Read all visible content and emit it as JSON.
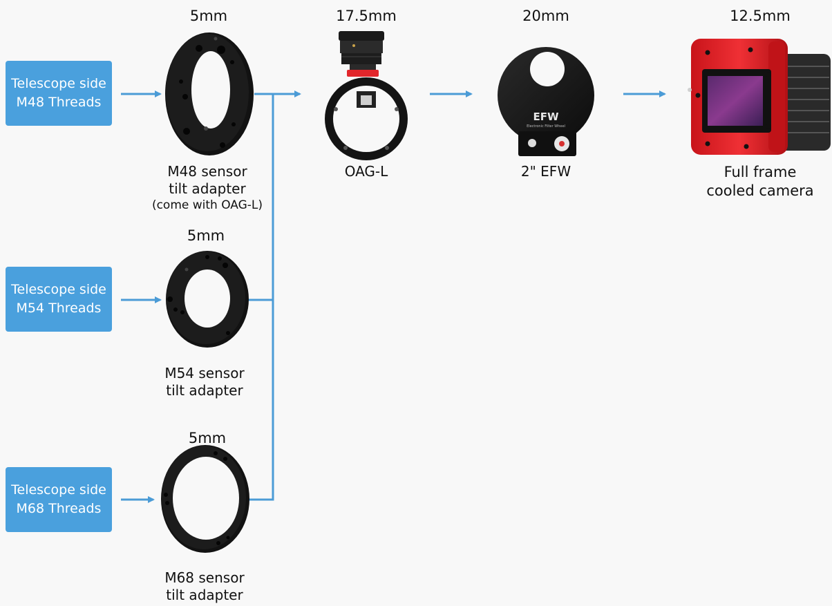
{
  "telescope_boxes": [
    {
      "line1": "Telescope side",
      "line2": "M48 Threads"
    },
    {
      "line1": "Telescope side",
      "line2": "M54 Threads"
    },
    {
      "line1": "Telescope side",
      "line2": "M68 Threads"
    }
  ],
  "adapters": [
    {
      "thickness": "5mm",
      "line1": "M48 sensor",
      "line2": "tilt adapter",
      "note": "(come with OAG-L)"
    },
    {
      "thickness": "5mm",
      "line1": "M54 sensor",
      "line2": "tilt adapter"
    },
    {
      "thickness": "5mm",
      "line1": "M68 sensor",
      "line2": "tilt adapter"
    }
  ],
  "chain": [
    {
      "thickness": "17.5mm",
      "label": "OAG-L"
    },
    {
      "thickness": "20mm",
      "label": "2\" EFW",
      "device_text": "EFW",
      "device_subtext": "Electronic Filter Wheel"
    },
    {
      "thickness": "12.5mm",
      "line1": "Full frame",
      "line2": "cooled camera"
    }
  ],
  "colors": {
    "arrow": "#4b9bd6",
    "box": "#4aa0dd",
    "camera_red": "#e8262c",
    "hardware_black": "#151515"
  }
}
